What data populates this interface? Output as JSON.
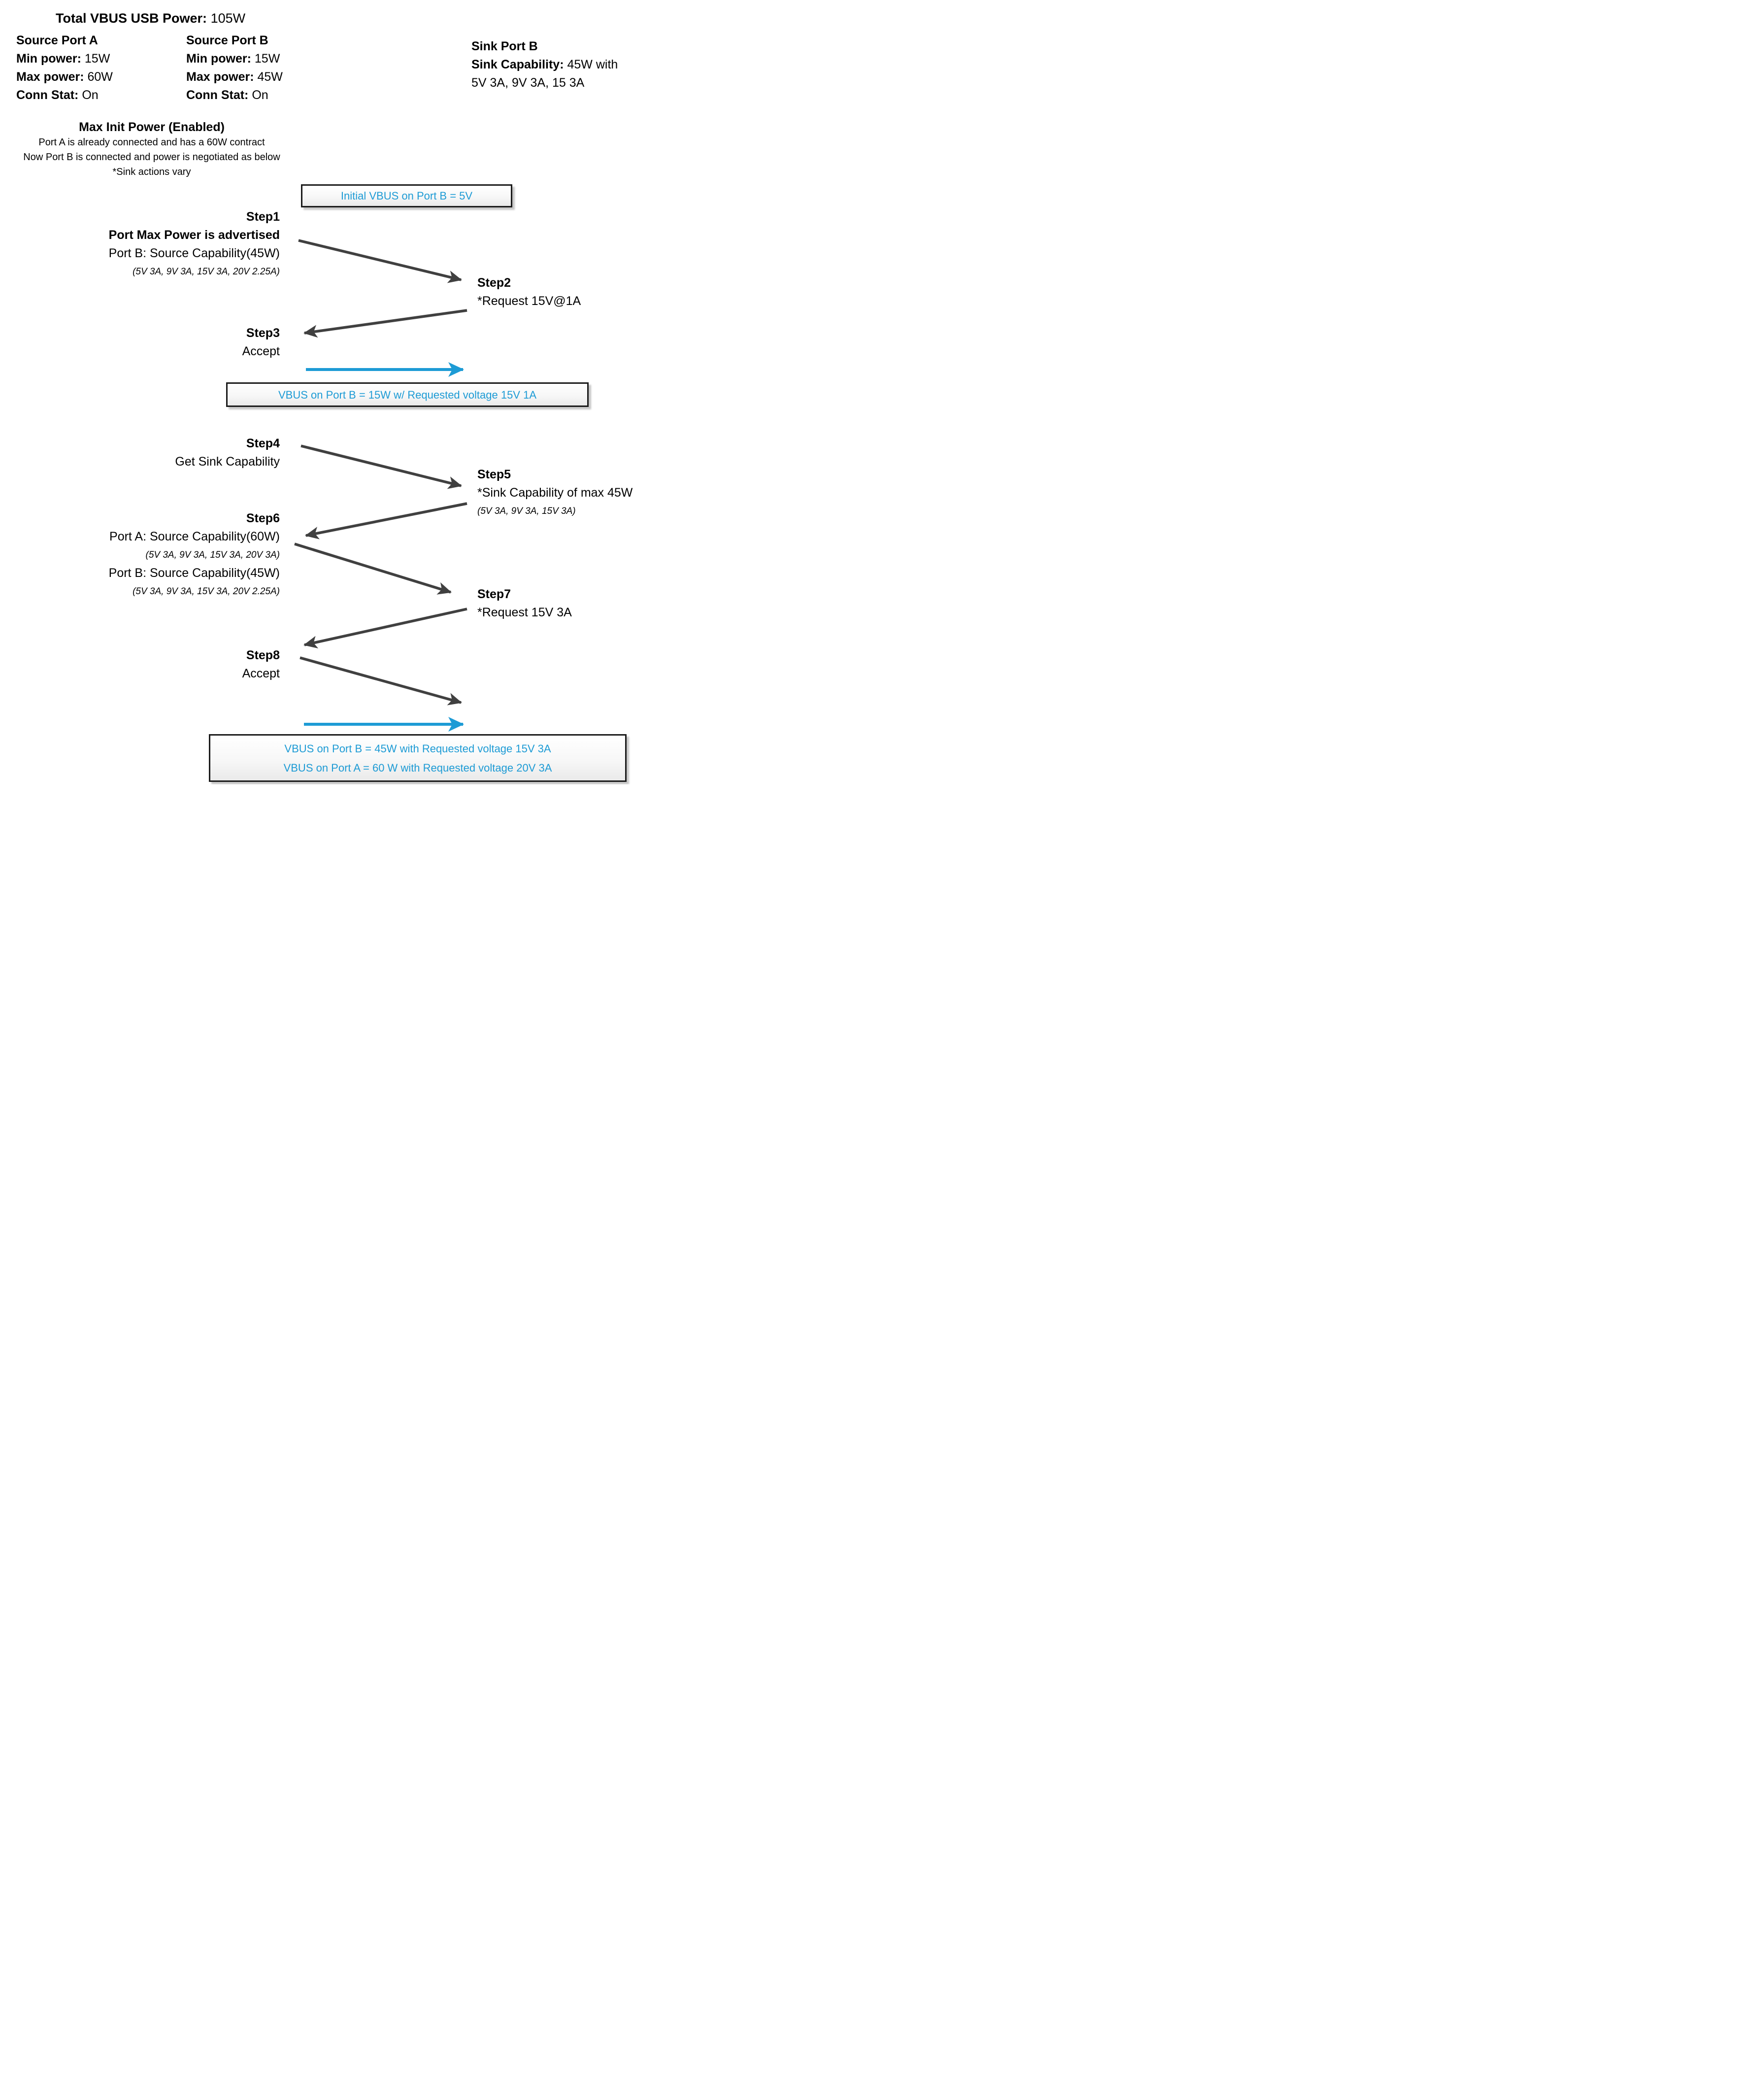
{
  "colors": {
    "accent_blue": "#1d9bd5",
    "arrow_gray": "#404040",
    "banner_border": "#1b1b1b"
  },
  "header": {
    "total_label": "Total VBUS USB Power:",
    "total_value": "105W"
  },
  "source_port_a": {
    "title": "Source Port A",
    "min_label": "Min power:",
    "min_value": "15W",
    "max_label": "Max power:",
    "max_value": "60W",
    "conn_label": "Conn Stat:",
    "conn_value": "On"
  },
  "source_port_b": {
    "title": "Source Port B",
    "min_label": "Min power:",
    "min_value": "15W",
    "max_label": "Max power:",
    "max_value": "45W",
    "conn_label": "Conn Stat:",
    "conn_value": "On"
  },
  "sink_port_b": {
    "title": "Sink Port B",
    "cap_label": "Sink Capability:",
    "cap_value_line1": "45W with",
    "cap_value_line2": "5V 3A, 9V 3A, 15 3A"
  },
  "scenario": {
    "title": "Max Init Power (Enabled)",
    "line1": "Port A is already connected and has a 60W contract",
    "line2": "Now Port B is connected and power is negotiated as below",
    "line3": "*Sink actions vary"
  },
  "banners": {
    "initial": "Initial VBUS on Port B = 5V",
    "mid": "VBUS on Port B = 15W w/ Requested voltage 15V 1A",
    "final_line1": "VBUS on Port B = 45W with Requested voltage 15V 3A",
    "final_line2": "VBUS on Port A = 60 W with Requested voltage 20V 3A"
  },
  "steps": {
    "s1": {
      "label": "Step1",
      "heading": "Port Max Power is advertised",
      "body": "Port B: Source Capability(45W)",
      "pdo": "(5V 3A, 9V 3A, 15V 3A, 20V 2.25A)"
    },
    "s2": {
      "label": "Step2",
      "body": "*Request 15V@1A"
    },
    "s3": {
      "label": "Step3",
      "body": "Accept"
    },
    "s4": {
      "label": "Step4",
      "body": "Get Sink Capability"
    },
    "s5": {
      "label": "Step5",
      "body": "*Sink Capability of max 45W",
      "pdo": "(5V 3A, 9V 3A, 15V 3A)"
    },
    "s6": {
      "label": "Step6",
      "body_a": "Port A: Source Capability(60W)",
      "pdo_a": "(5V 3A, 9V 3A, 15V 3A, 20V 3A)",
      "body_b": "Port B: Source Capability(45W)",
      "pdo_b": "(5V 3A, 9V 3A, 15V 3A, 20V 2.25A)"
    },
    "s7": {
      "label": "Step7",
      "body": "*Request 15V 3A"
    },
    "s8": {
      "label": "Step8",
      "body": "Accept"
    }
  }
}
